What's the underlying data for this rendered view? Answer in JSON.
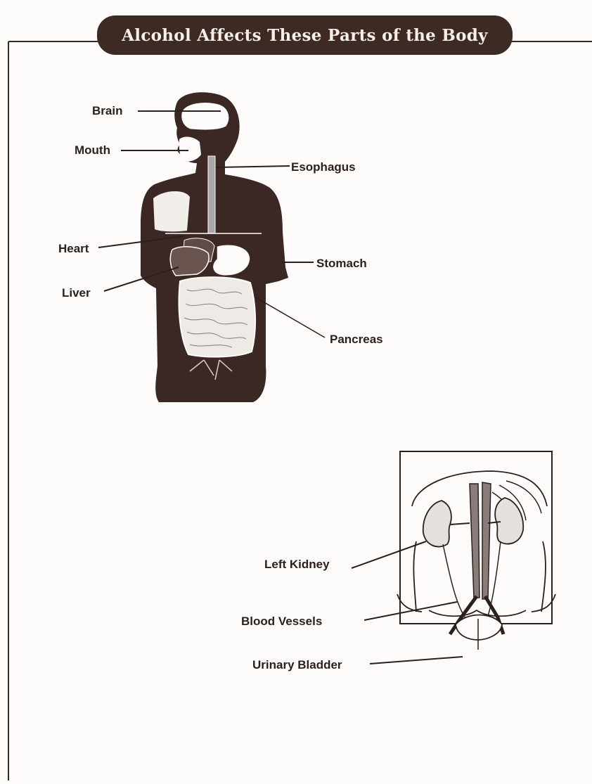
{
  "title": "Alcohol Affects These Parts of the Body",
  "diagrams": {
    "body": {
      "labels": {
        "brain": "Brain",
        "mouth": "Mouth",
        "esophagus": "Esophagus",
        "heart": "Heart",
        "stomach": "Stomach",
        "liver": "Liver",
        "pancreas": "Pancreas"
      }
    },
    "abdomen": {
      "labels": {
        "left_kidney": "Left Kidney",
        "blood_vessels": "Blood Vessels",
        "urinary_bladder": "Urinary Bladder"
      }
    }
  },
  "colors": {
    "banner": "#3e2a24",
    "silhouette": "#3b2824",
    "ink": "#2d1f1b",
    "paper": "#fdfcfa"
  }
}
